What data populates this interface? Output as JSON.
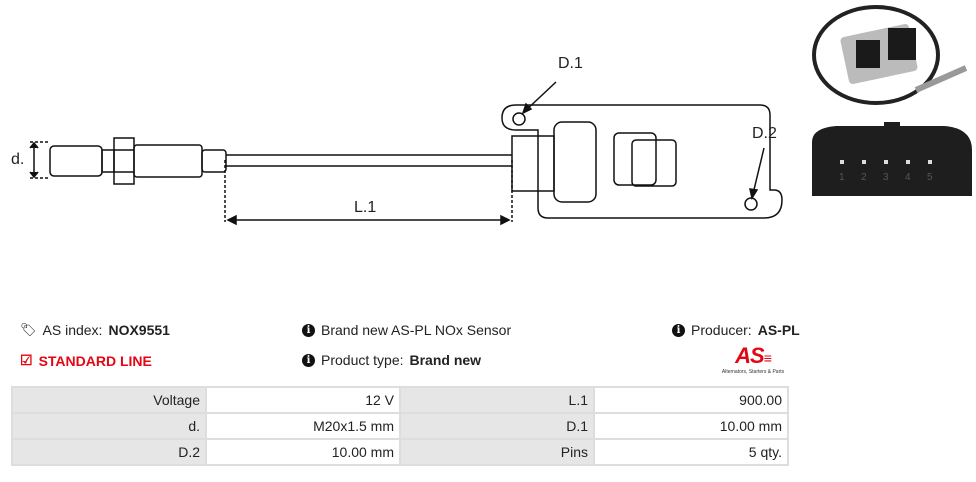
{
  "drawing": {
    "d_label": "d.",
    "l1_label": "L.1",
    "d1_label": "D.1",
    "d2_label": "D.2"
  },
  "photo": {
    "pin_numbers": [
      "1",
      "2",
      "3",
      "4",
      "5"
    ]
  },
  "info": {
    "as_index_label": "AS index:",
    "as_index_value": "NOX9551",
    "line_label": "STANDARD LINE",
    "description": "Brand new AS-PL NOx Sensor",
    "product_type_label": "Product type:",
    "product_type_value": "Brand new",
    "producer_label": "Producer:",
    "producer_value": "AS-PL"
  },
  "logo": {
    "text": "AS",
    "tagline": "Alternators, Starters & Parts"
  },
  "colors": {
    "accent": "#e30613"
  },
  "specs": [
    [
      {
        "k": "Voltage",
        "v": "12 V"
      },
      {
        "k": "L.1",
        "v": "900.00"
      }
    ],
    [
      {
        "k": "d.",
        "v": "M20x1.5 mm"
      },
      {
        "k": "D.1",
        "v": "10.00 mm"
      }
    ],
    [
      {
        "k": "D.2",
        "v": "10.00 mm"
      },
      {
        "k": "Pins",
        "v": "5 qty."
      }
    ]
  ]
}
